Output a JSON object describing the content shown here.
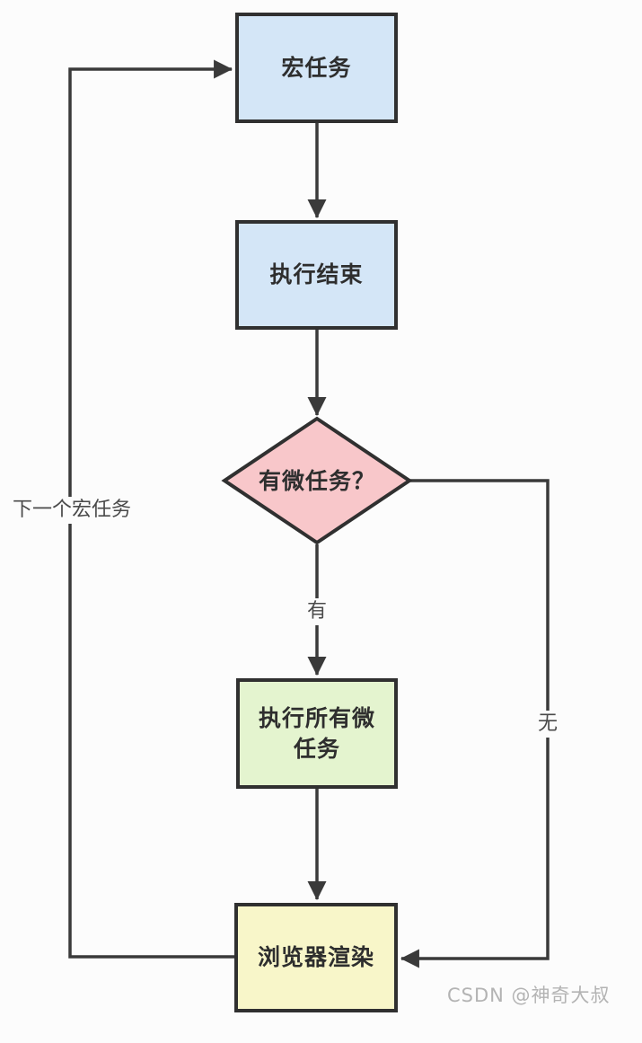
{
  "diagram": {
    "title_semantics": "event-loop-flowchart",
    "nodes": {
      "macro": {
        "label": "宏任务",
        "fill": "#d4e6f7"
      },
      "exec_end": {
        "label": "执行结束",
        "fill": "#d4e6f7"
      },
      "has_micro": {
        "label": "有微任务？",
        "fill": "#f8c7ca"
      },
      "run_micro": {
        "label": "执行所有微任务",
        "fill": "#e4f4cf"
      },
      "render": {
        "label": "浏览器渲染",
        "fill": "#f8f6c9"
      }
    },
    "edge_labels": {
      "yes": "有",
      "no": "无",
      "next_macro": "下一个宏任务"
    },
    "colors": {
      "line": "#3a3a3a",
      "node_border": "#303030",
      "node_text": "#2e2e2e",
      "edge_label_text": "#4a4a4a",
      "watermark_text": "#b3b3b3",
      "background": "#fcfcfc"
    }
  },
  "watermark": {
    "text": "CSDN @神奇大叔"
  }
}
